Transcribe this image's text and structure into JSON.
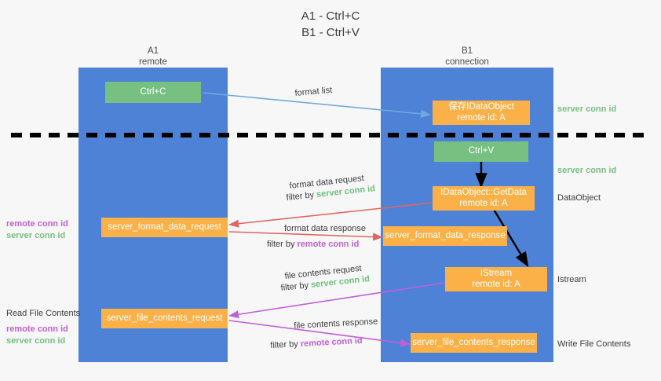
{
  "title": "A1 - Ctrl+C\nB1 - Ctrl+V",
  "colors": {
    "lane": "#4d82d6",
    "green_box": "#76c181",
    "orange_box": "#fbb148",
    "server_conn_id": "#76c181",
    "remote_conn_id": "#c25fd8",
    "divider": "#000000",
    "blue_arrow": "#6fa8dc",
    "red_arrow": "#e06666",
    "magenta_arrow": "#c25fd8",
    "black_arrow": "#000000",
    "background": "#f7f7f7"
  },
  "lanes": [
    {
      "title": "A1",
      "sub": "remote"
    },
    {
      "title": "B1",
      "sub": "connection"
    }
  ],
  "nodes": [
    {
      "id": "ctrl-c",
      "lines": "Ctrl+C",
      "style": "green"
    },
    {
      "id": "save-idataobject",
      "lines": "保存IDataObject\nremote id: A",
      "style": "orange"
    },
    {
      "id": "ctrl-v",
      "lines": "Ctrl+V",
      "style": "green"
    },
    {
      "id": "idataobject-getdata",
      "lines": "IDataObject::GetData\nremote id: A",
      "style": "orange"
    },
    {
      "id": "server-format-data-request",
      "lines": "server_format_data_request",
      "style": "orange"
    },
    {
      "id": "server-format-data-response",
      "lines": "server_format_data_response",
      "style": "orange"
    },
    {
      "id": "istream",
      "lines": "IStream\nremote id: A",
      "style": "orange"
    },
    {
      "id": "server-file-contents-request",
      "lines": "server_file_contents_request",
      "style": "orange"
    },
    {
      "id": "server-file-contents-response",
      "lines": "server_file_contents_response",
      "style": "orange"
    }
  ],
  "edge_labels": {
    "format_list": "format list",
    "format_data_request": "format data request",
    "format_data_request_filter_prefix": "filter by ",
    "format_data_request_filter_value": "server conn id",
    "format_data_response": "format data response",
    "format_data_response_filter_prefix": "filter by ",
    "format_data_response_filter_value": "remote conn id",
    "file_contents_request": "file contents request",
    "file_contents_request_filter_prefix": "filter by ",
    "file_contents_request_filter_value": "server conn id",
    "file_contents_response": "file contents response",
    "file_contents_response_filter_prefix": "filter by ",
    "file_contents_response_filter_value": "remote conn id"
  },
  "right_notes": {
    "server_conn_id_top": "server conn id",
    "server_conn_id_mid": "server conn id",
    "dataobject": "DataObject",
    "istream": "Istream",
    "write_file_contents": "Write File Contents"
  },
  "left_notes": {
    "remote_conn_id_1": "remote conn id",
    "server_conn_id_1": "server conn id",
    "read_file_contents": "Read File Contents",
    "remote_conn_id_2": "remote conn id",
    "server_conn_id_2": "server conn id"
  }
}
